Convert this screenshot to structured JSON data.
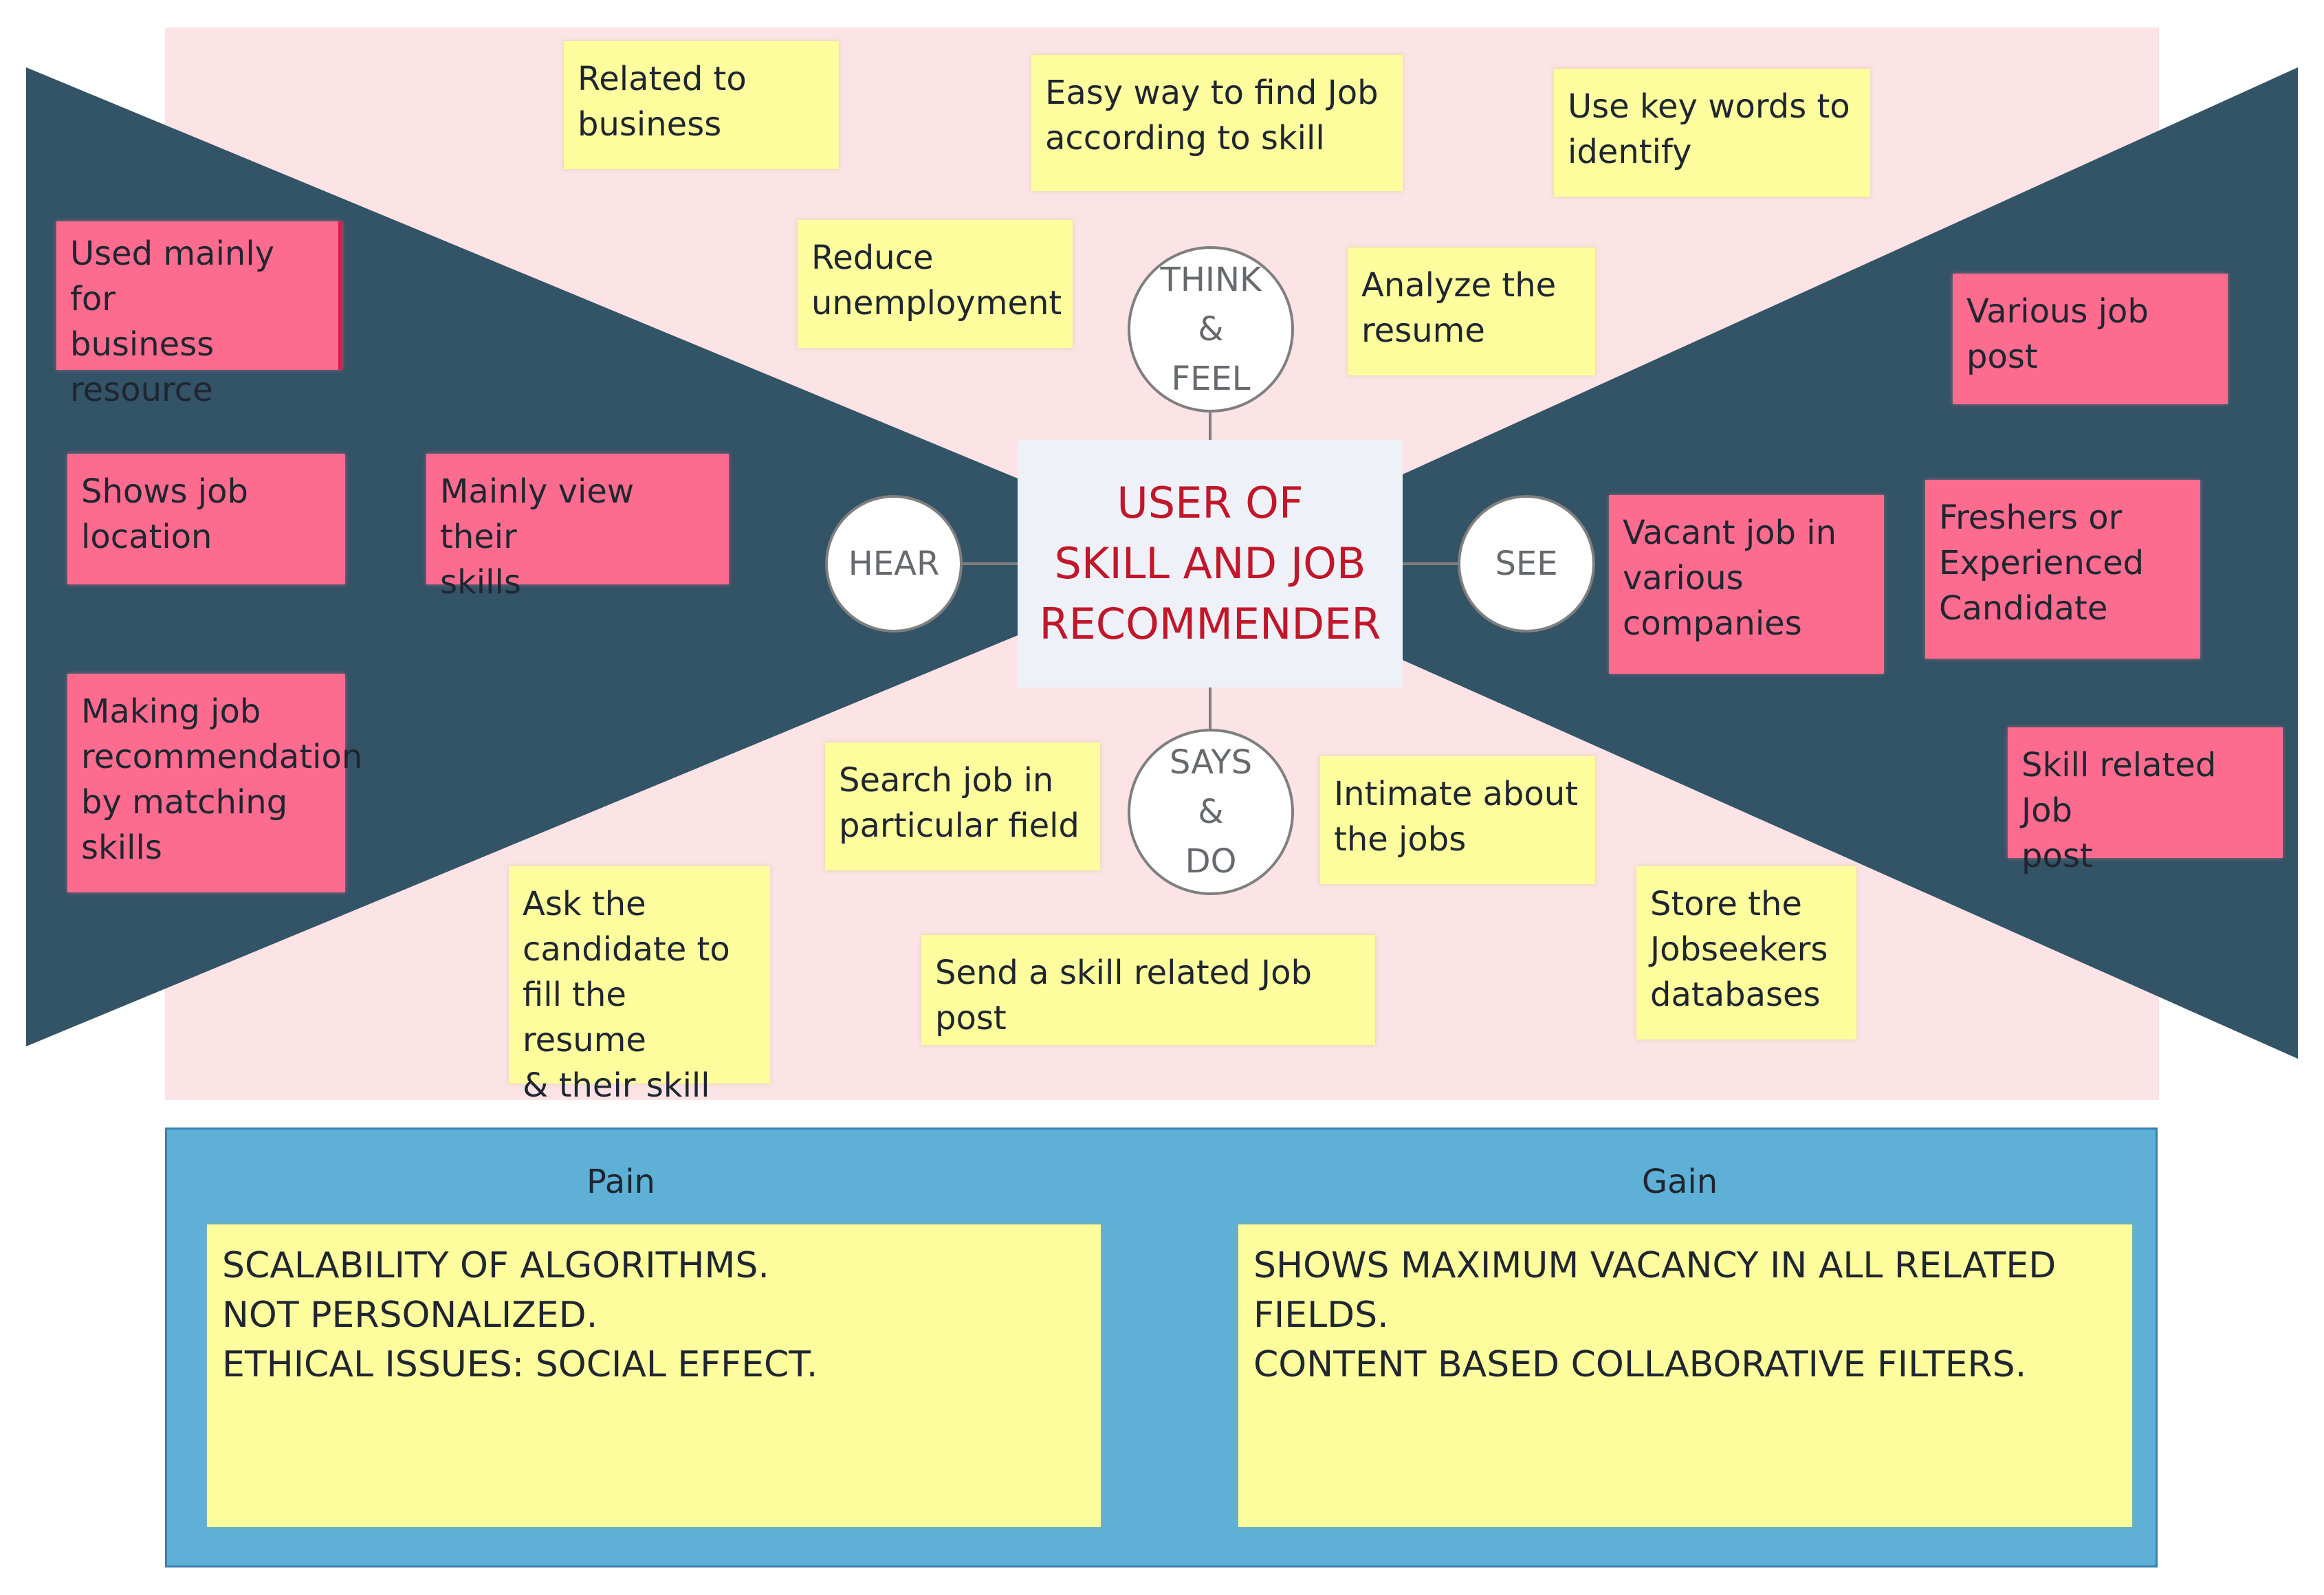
{
  "center_title": "USER OF\nSKILL AND JOB\nRECOMMENDER",
  "circles": {
    "think_feel": "THINK\n&\nFEEL",
    "hear": "HEAR",
    "see": "SEE",
    "says_do": "SAYS\n&\nDO"
  },
  "think_feel_notes": [
    "Related to\nbusiness",
    "Easy way to find Job\naccording to skill",
    "Use key words to\nidentify",
    "Reduce\nunemployment",
    "Analyze the\nresume"
  ],
  "hear_notes": [
    "Used mainly for\nbusiness\nresource",
    "Shows job\nlocation",
    "Mainly view their\nskills",
    "Making job\nrecommendation\nby matching\nskills"
  ],
  "see_notes": [
    "Various job\npost",
    "Vacant job in\nvarious\ncompanies",
    "Freshers or\nExperienced\nCandidate",
    "Skill related Job\npost"
  ],
  "says_do_notes": [
    "Search job in\nparticular field",
    "Intimate about\nthe jobs",
    "Ask the\ncandidate to\nfill the resume\n& their skill",
    "Send a skill related Job post",
    "Store the\nJobseekers\ndatabases"
  ],
  "pain": {
    "label": "Pain",
    "text": "SCALABILITY OF ALGORITHMS.\nNOT PERSONALIZED.\nETHICAL ISSUES: SOCIAL EFFECT."
  },
  "gain": {
    "label": "Gain",
    "text": "SHOWS MAXIMUM VACANCY IN ALL RELATED\nFIELDS.\nCONTENT BASED COLLABORATIVE FILTERS."
  },
  "colors": {
    "background_pink": "#fbe3e6",
    "triangle_dark": "#335366",
    "sticky_yellow": "#fdfd9e",
    "sticky_red": "#fd6c8e",
    "title_red": "#c0172a",
    "panel_blue": "#5eb0d6"
  }
}
